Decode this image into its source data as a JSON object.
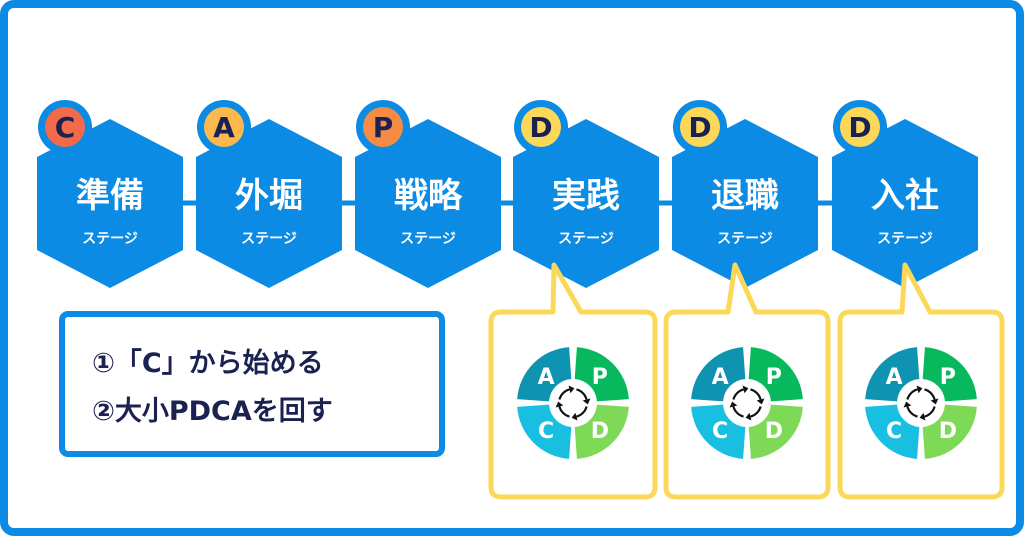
{
  "colors": {
    "frame": "#0b8be3",
    "hex": "#0b8be3",
    "letter": "#1b2150",
    "bubble": "#fcd859",
    "badge": {
      "C": "#f26a4a",
      "A": "#fbb84d",
      "P": "#f58c45",
      "D": "#fcd859"
    },
    "quadrants": {
      "A": "#0e93b0",
      "P": "#08b85d",
      "C": "#19bfe0",
      "D": "#7ed957"
    }
  },
  "stages": [
    {
      "badge": "C",
      "title": "準備",
      "subtitle": "ステージ"
    },
    {
      "badge": "A",
      "title": "外堀",
      "subtitle": "ステージ"
    },
    {
      "badge": "P",
      "title": "戦略",
      "subtitle": "ステージ"
    },
    {
      "badge": "D",
      "title": "実践",
      "subtitle": "ステージ"
    },
    {
      "badge": "D",
      "title": "退職",
      "subtitle": "ステージ"
    },
    {
      "badge": "D",
      "title": "入社",
      "subtitle": "ステージ"
    }
  ],
  "notes": [
    "①「C」から始める",
    "②大小PDCAを回す"
  ],
  "pdca_letters": {
    "A": "A",
    "P": "P",
    "C": "C",
    "D": "D"
  },
  "cycle_icon": "circular-arrows-icon"
}
